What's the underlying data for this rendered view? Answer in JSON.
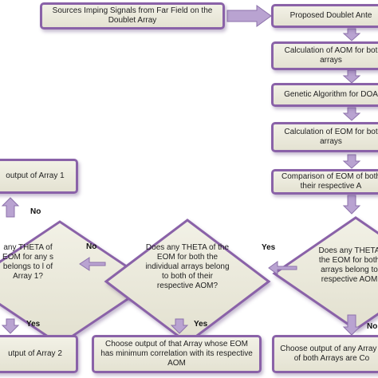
{
  "boxes": {
    "sources": "Sources Imping Signals from Far Field on the Doublet Array",
    "proposed": "Proposed Doublet Ante",
    "calc_aom": "Calculation of AOM for bot arrays",
    "genetic": "Genetic Algorithm for DOA",
    "calc_eom": "Calculation of EOM for bot arrays",
    "compare": "Comparison of EOM of both their respective A",
    "output1": "output of Array 1",
    "output2": "utput of Array 2",
    "choose_min": "Choose output of that Array whose EOM has minimum correlation with its respective AOM",
    "choose_any": "Choose output of any Array e of both Arrays are Co"
  },
  "diamonds": {
    "left": "any THETA of EOM for any s belongs to l of Array 1?",
    "middle": "Does any THETA of the EOM for both the individual arrays belong to both of their respective AOM?",
    "right": "Does any THETA the EOM for both arrays belong to respective AOM"
  },
  "labels": {
    "no_up": "No",
    "no_mid": "No",
    "yes_mid": "Yes",
    "yes_left": "Yes",
    "yes_middle": "Yes",
    "no_right": "No"
  },
  "colors": {
    "border": "#8a62a8",
    "arrow": "#b9a3d1",
    "fill": "#eceadd"
  }
}
